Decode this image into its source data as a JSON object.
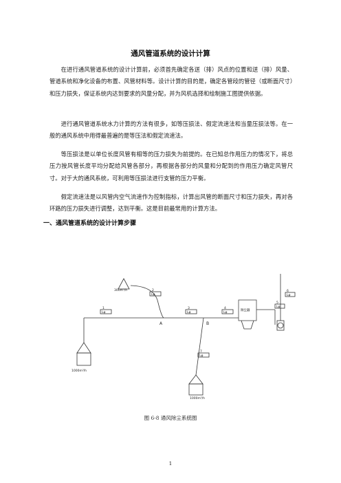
{
  "document": {
    "title": "通风管道系统的设计计算",
    "paragraphs": [
      "在进行通风管道系统的设计计算前，必须首先确定各送（排）风点的位置和送（排）风量、管道系统和净化设备的布置、风管材料等。设计计算的目的是，确定各管段的管径（或断面尺寸）和压力损失，保证系统内达到要求的风量分配，并为风机选择和绘制施工图提供依据。",
      "进行通风管道系统水力计算的方法有很多，如等压损法、假定流速法和当量压损法等。在一般的通风系统中用得最普遍的是等压法和假定流速法。",
      "等压损法是以单位长度风管有相等的压力损失为前提的。在已知总作用压力的情况下，将总压力按风管长度平均分配给风管各部分，再根据各部分的风量和分配到的作用压力确定风管尺寸。对于大的通风系统，可利用等压损法进行支管的压力平衡。",
      "假定流速法是以风管内空气流速作为控制指标，计算出风管的断面尺寸和压力损失，再对各环路的压力损失进行调整，达到平衡。这是目前最常用的计算方法。"
    ],
    "section_heading": "一、通风管道系统的设计计算步骤",
    "figure_caption": "图 6-8  通风除尘系统图",
    "page_number": "1"
  },
  "figure": {
    "hood_flow_top": "300m³/h",
    "hood_flow_left": "1000m³/h",
    "hood_flow_bottom": "1000m³/h",
    "dust_collector_label": "除尘器",
    "node_a": "A",
    "node_b": "B",
    "segments": [
      {
        "num": "1",
        "tag": "Lφ"
      },
      {
        "num": "2",
        "tag": "Lφ"
      },
      {
        "num": "3",
        "tag": "Lφ"
      },
      {
        "num": "4",
        "tag": "Lφ"
      },
      {
        "num": "5",
        "tag": "Lφ"
      },
      {
        "num": "6",
        "tag": "Lφ"
      },
      {
        "num": "7",
        "tag": "Lφ"
      }
    ]
  }
}
